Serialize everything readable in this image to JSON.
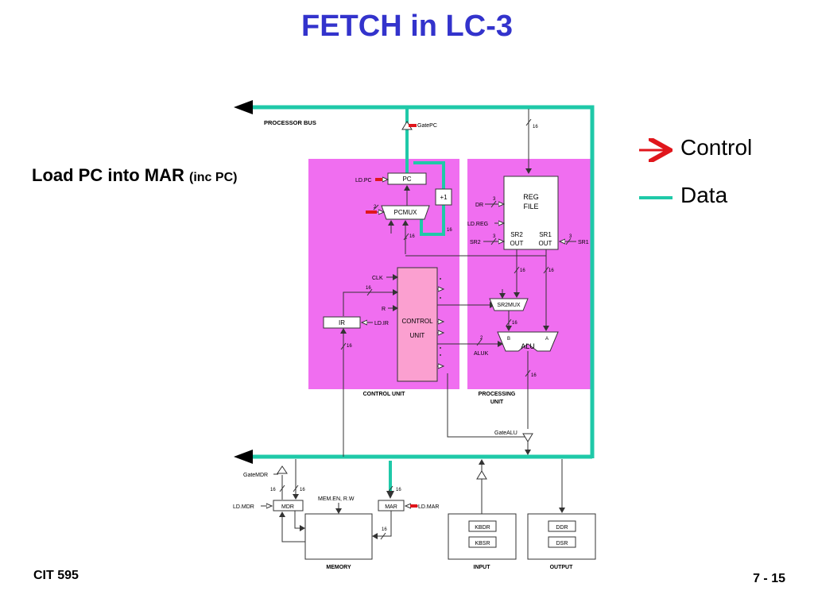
{
  "slide": {
    "title": "FETCH in LC-3",
    "subtitle": "Load PC into MAR",
    "subtitle_note": "(inc PC)",
    "footer_left": "CIT 595",
    "footer_right": "7 - 15"
  },
  "legend": {
    "control": {
      "label": "Control",
      "color": "#e0161c"
    },
    "data": {
      "label": "Data",
      "color": "#1fc9a8"
    }
  },
  "colors": {
    "bus": "#1fc9a8",
    "region": "#f06ef0",
    "control_unit": "#fba0d0",
    "control_signal": "#e0161c"
  },
  "diagram": {
    "processor_bus": "PROCESSOR BUS",
    "gate_pc": "GatePC",
    "pc": "PC",
    "plus_one": "+1",
    "pcmux": "PCMUX",
    "ld_pc": "LD.PC",
    "reg_file": [
      "REG",
      "FILE"
    ],
    "sr2_out": [
      "SR2",
      "OUT"
    ],
    "sr1_out": [
      "SR1",
      "OUT"
    ],
    "dr": "DR",
    "ld_reg": "LD.REG",
    "sr2": "SR2",
    "sr1": "SR1",
    "clk": "CLK",
    "r": "R",
    "ir": "IR",
    "ld_ir": "LD.IR",
    "control_unit_box": [
      "CONTROL",
      "UNIT"
    ],
    "sr2mux": "SR2MUX",
    "alu": "ALU",
    "aluk": "ALUK",
    "alu_b": "B",
    "alu_a": "A",
    "control_unit_region": "CONTROL UNIT",
    "processing_unit_region": [
      "PROCESSING",
      "UNIT"
    ],
    "gate_alu": "GateALU",
    "gate_mdr": "GateMDR",
    "ld_mdr": "LD.MDR",
    "mdr": "MDR",
    "mem_en_rw": "MEM.EN, R.W",
    "mar": "MAR",
    "ld_mar": "LD.MAR",
    "memory": "MEMORY",
    "kbdr": "KBDR",
    "kbsr": "KBSR",
    "input": "INPUT",
    "ddr": "DDR",
    "dsr": "DSR",
    "output": "OUTPUT",
    "w16": "16",
    "w3": "3",
    "w2": "2"
  }
}
